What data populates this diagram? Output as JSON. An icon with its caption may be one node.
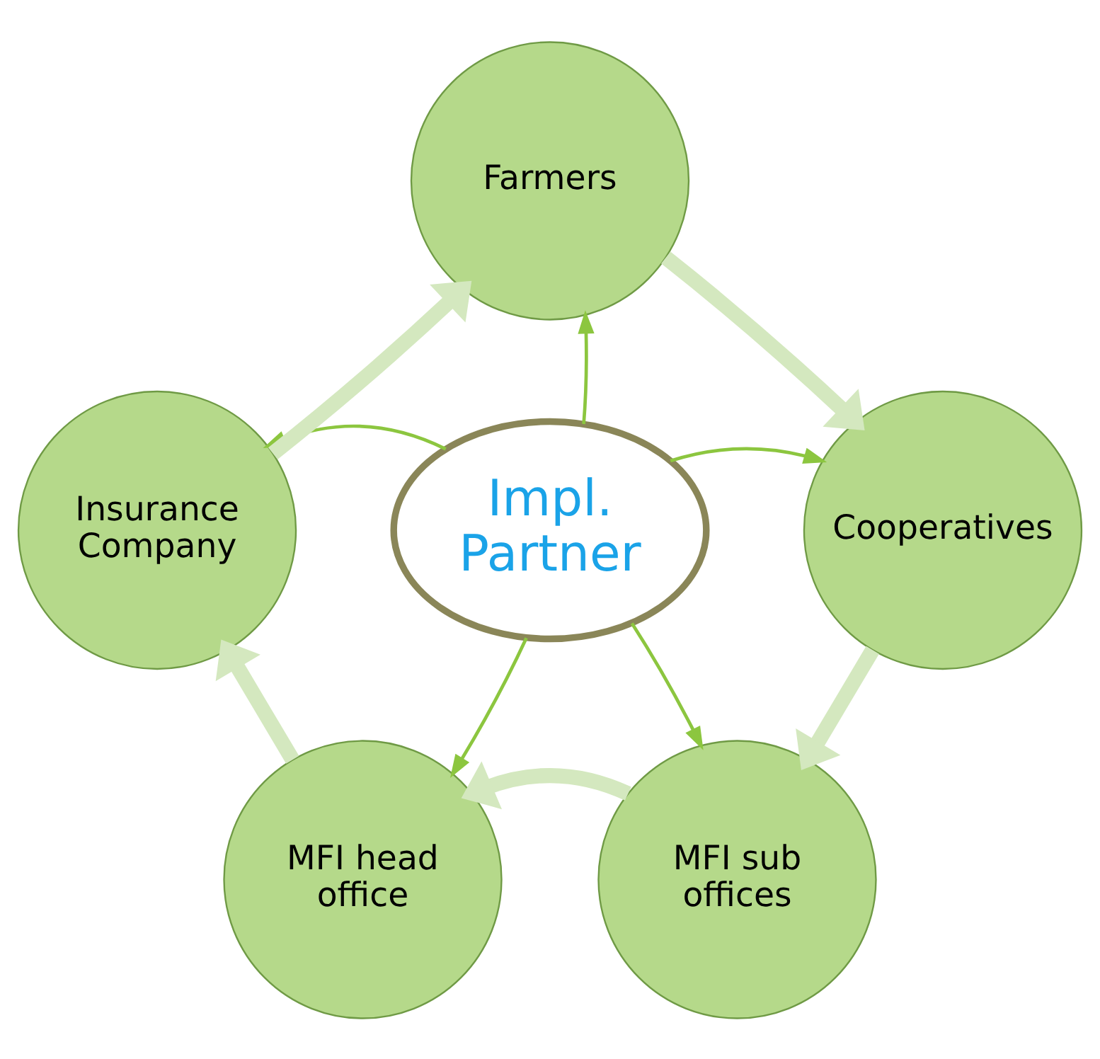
{
  "diagram": {
    "nodes": [
      {
        "text": [
          "Impl. Partner"
        ]
      },
      {
        "text": [
          "Farmers"
        ]
      },
      {
        "text": [
          "Cooperatives"
        ]
      },
      {
        "text": [
          "MFI sub offices"
        ]
      },
      {
        "text": [
          "MFI head office"
        ]
      },
      {
        "text": [
          "Insurance Company"
        ]
      }
    ],
    "edges": [
      {
        "from": 0,
        "to": 1,
        "arrow": "to"
      },
      {
        "from": 0,
        "to": 2,
        "arrow": "to"
      },
      {
        "from": 0,
        "to": 3,
        "arrow": "to"
      },
      {
        "from": 0,
        "to": 4,
        "arrow": "to"
      },
      {
        "from": 0,
        "to": 5,
        "arrow": "to"
      },
      {
        "from": 1,
        "to": 2,
        "arrow": "to",
        "style": "thick",
        "color": "#d4e8bf"
      },
      {
        "from": 2,
        "to": 3,
        "arrow": "to",
        "style": "thick",
        "color": "#d4e8bf"
      },
      {
        "from": 3,
        "to": 4,
        "arrow": "to",
        "style": "thick",
        "color": "#d4e8bf"
      },
      {
        "from": 4,
        "to": 5,
        "arrow": "to",
        "style": "thick",
        "color": "#d4e8bf"
      },
      {
        "from": 5,
        "to": 1,
        "arrow": "to",
        "style": "thick",
        "color": "#d4e8bf"
      }
    ]
  }
}
